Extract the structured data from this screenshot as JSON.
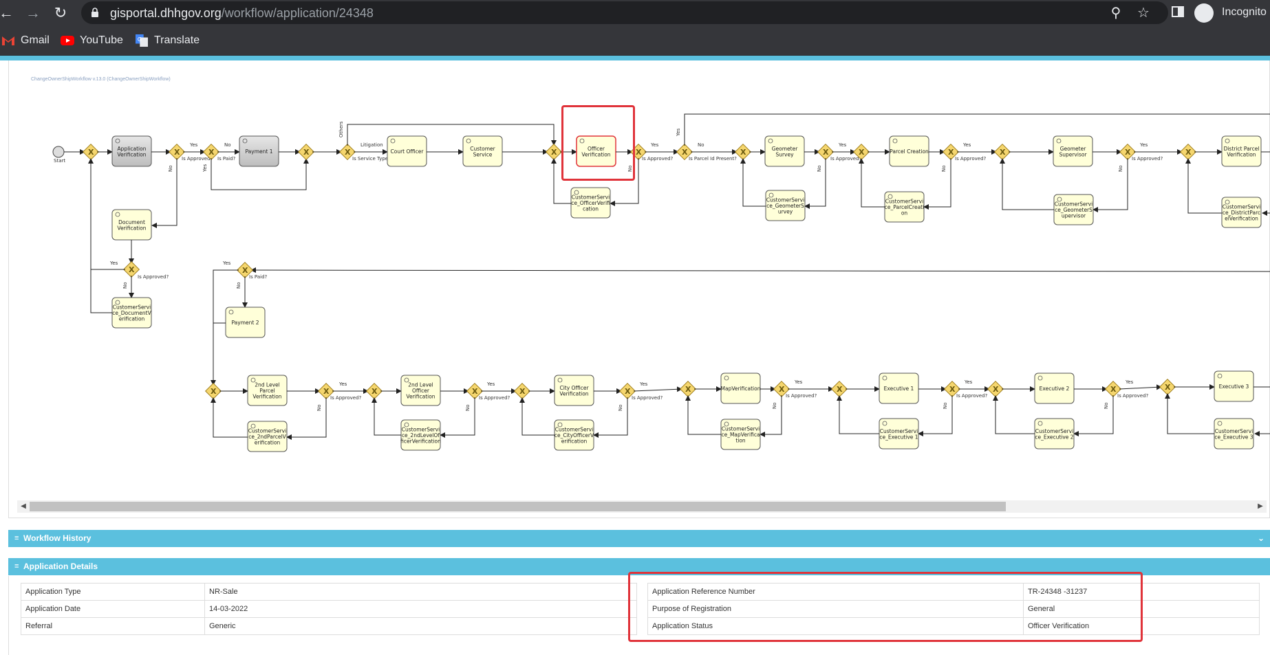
{
  "browser": {
    "url_domain": "gisportal.dhhgov.org",
    "url_path": "/workflow/application/24348",
    "profile_label": "Incognito",
    "bookmarks": [
      {
        "label": "Gmail",
        "icon": "gmail-icon"
      },
      {
        "label": "YouTube",
        "icon": "youtube-icon"
      },
      {
        "label": "Translate",
        "icon": "translate-icon"
      }
    ]
  },
  "diagram": {
    "caption": "ChangeOwnerShipWorkflow v.13.0 (ChangeOwnerShipWorkflow)",
    "start_label": "Start",
    "tasks": {
      "app_verif": "Application\nVerification",
      "payment1": "Payment 1",
      "court": "Court Officer",
      "custsvc": "Customer\nService",
      "officer": "Officer\nVerification",
      "cs_officer": "CustomerServi\nce_OfficerVerifi\ncation",
      "geo_survey": "Geometer\nSurvey",
      "cs_geo_survey": "CustomerServi\nce_GeometerS\nurvey",
      "parcel_creation": "Parcel Creation",
      "cs_parcel": "CustomerServi\nce_ParcelCreati\non",
      "geo_supervisor": "Geometer\nSupervisor",
      "cs_geo_sup": "CustomerServi\nce_GeometerS\nupervisor",
      "district": "District Parcel\nVerification",
      "cs_district": "CustomerServi\nce_DistrictParc\nelVerification",
      "doc_verif": "Document\nVerification",
      "cs_doc": "CustomerServi\nce_DocumentV\nerification",
      "payment2": "Payment 2",
      "lvl2_parcel": "2nd Level\nParcel\nVerification",
      "cs_lvl2_parcel": "CustomerServi\nce_2ndParcelV\nerification",
      "lvl2_officer": "2nd Level\nOfficer\nVerification",
      "cs_lvl2_officer": "CustomerServi\nce_2ndLevelOf\nficerVerification",
      "city": "City Officer\nVerification",
      "cs_city": "CustomerServi\nce_CityOfficerV\nerification",
      "map": "MapVerification",
      "cs_map": "CustomerServi\nce_MapVerifica\ntion",
      "exec1": "Executive 1",
      "cs_exec1": "CustomerServi\nce_Executive 1",
      "exec2": "Executive 2",
      "cs_exec2": "CustomerServi\nce_Executive 2",
      "exec3": "Executive 3",
      "cs_exec3": "CustomerServi\nce_Executive 3"
    },
    "labels": {
      "yes": "Yes",
      "no": "No",
      "is_approved": "Is Approved?",
      "is_paid": "Is Paid?",
      "is_service_type": "Is Service Type?",
      "litigation": "Litigation",
      "others": "Others",
      "is_parcel_present": "Is Parcel Id Present?"
    }
  },
  "sections": {
    "workflow_history": "Workflow History",
    "application_details": "Application Details"
  },
  "details": {
    "left": [
      {
        "label": "Application Type",
        "value": "NR-Sale"
      },
      {
        "label": "Application Date",
        "value": "14-03-2022"
      },
      {
        "label": "Referral",
        "value": "Generic"
      }
    ],
    "right": [
      {
        "label": "Application Reference Number",
        "value": "TR-24348 -31237"
      },
      {
        "label": "Purpose of Registration",
        "value": "General"
      },
      {
        "label": "Application Status",
        "value": "Officer Verification"
      }
    ]
  },
  "colors": {
    "accent": "#5bc0de",
    "highlight": "#e0333a",
    "task_fill": "#ffffd9",
    "gateway_fill": "#f5d66e"
  }
}
